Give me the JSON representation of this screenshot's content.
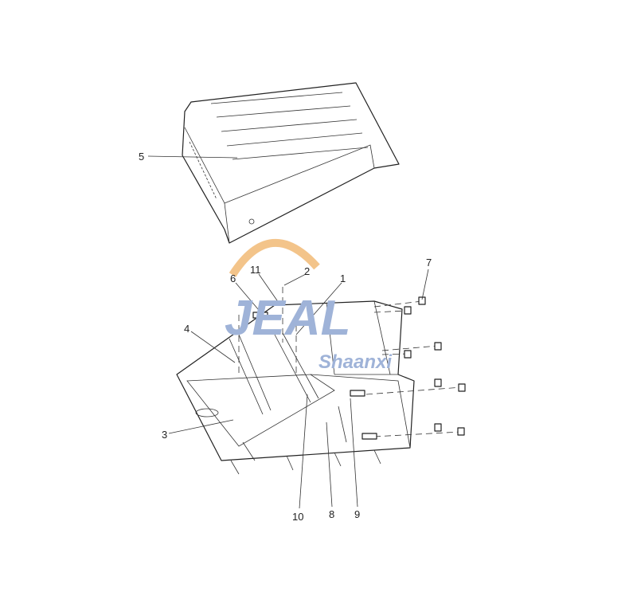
{
  "diagram": {
    "part_labels": [
      "5",
      "6",
      "11",
      "2",
      "1",
      "7",
      "4",
      "3",
      "10",
      "8",
      "9"
    ],
    "watermark": {
      "logo_text": "JEAL",
      "region_text": "Shaanxi",
      "logo_color": "#9fb3d8",
      "arc_color": "#f3c48a"
    }
  }
}
